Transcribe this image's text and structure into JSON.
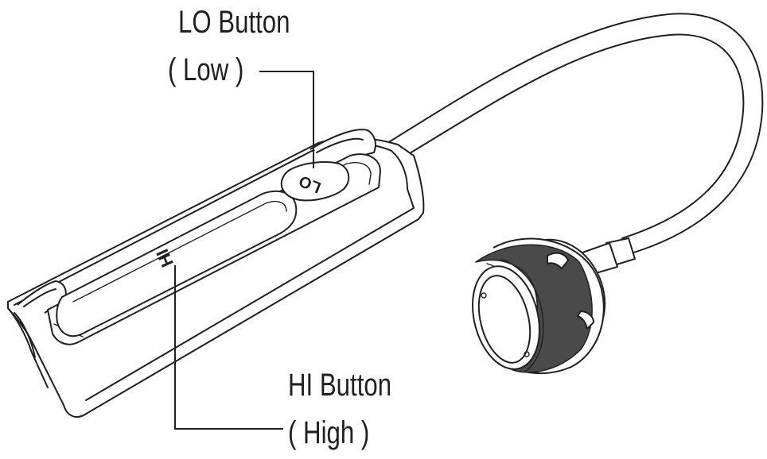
{
  "callouts": {
    "lo": {
      "title": "LO Button",
      "subtitle": "( Low )",
      "button_marking": "LO"
    },
    "hi": {
      "title": "HI Button",
      "subtitle": "( High )",
      "button_marking": "HI"
    }
  },
  "colors": {
    "line": "#231f20",
    "background": "#ffffff",
    "grip_band": "#4a4a4a"
  }
}
